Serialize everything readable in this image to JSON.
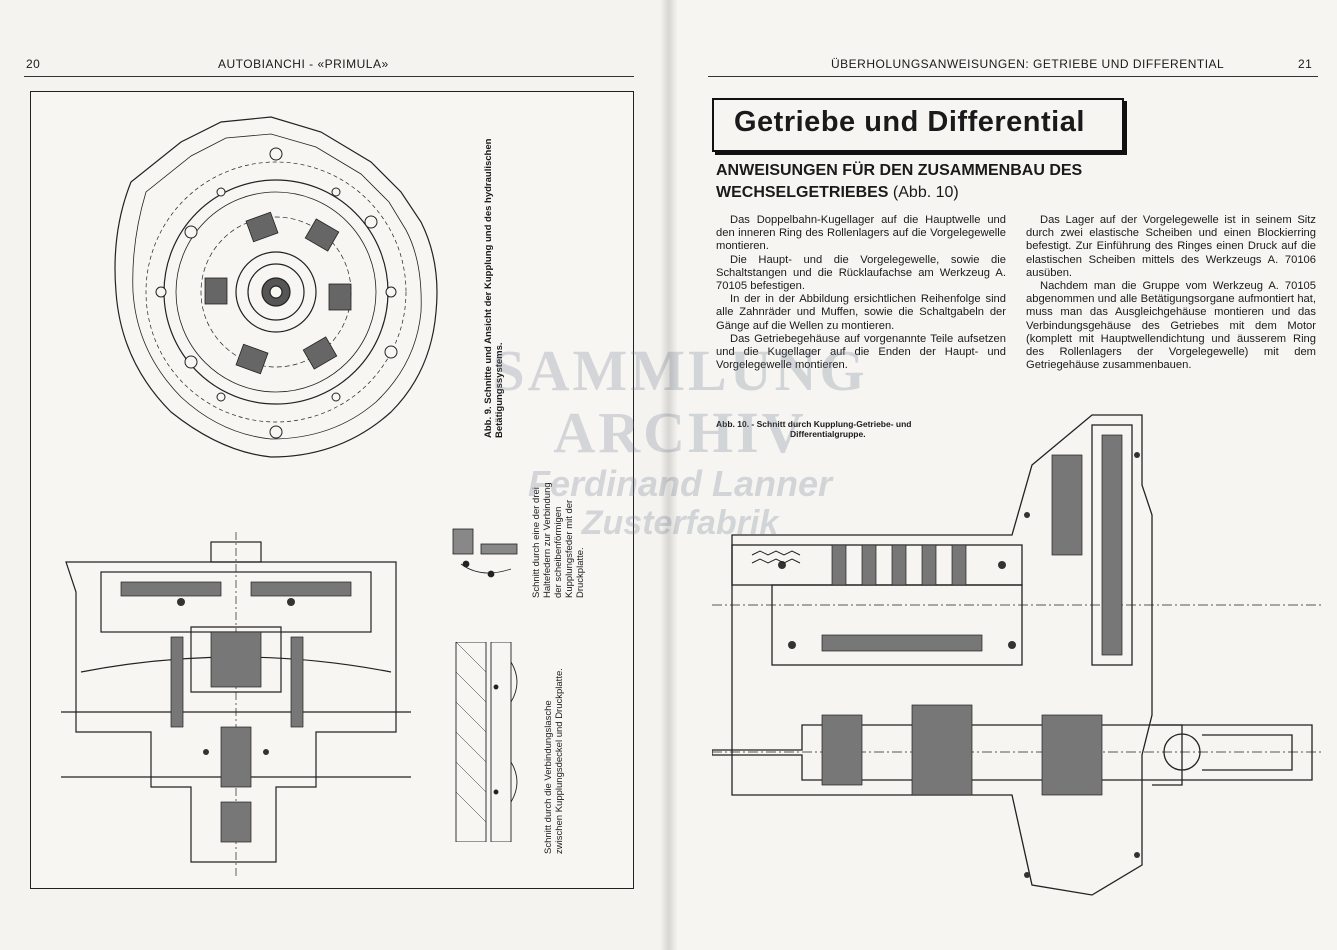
{
  "left_page": {
    "page_number": "20",
    "running_header": "AUTOBIANCHI - «PRIMULA»",
    "fig9_caption": "Abb. 9. Schnitte und Ansicht der Kupplung und des hydraulischen Betätigungssystems.",
    "detail1_caption": "Schnitt durch eine der drei Haltefedern zur Verbindung der scheibenförmigen Kupplungsfeder mit der Druckplatte.",
    "detail2_caption": "Schnitt durch die Verbindungslasche zwischen Kupplungsdeckel und Druckplatte."
  },
  "right_page": {
    "page_number": "21",
    "running_header": "ÜBERHOLUNGSANWEISUNGEN: GETRIEBE UND DIFFERENTIAL",
    "title": "Getriebe und Differential",
    "subheading": "ANWEISUNGEN FÜR DEN ZUSAMMENBAU DES WECHSELGETRIEBES",
    "subheading_ref": "(Abb. 10)",
    "col1": [
      "Das Doppelbahn-Kugellager auf die Hauptwelle und den inneren Ring des Rollenlagers auf die Vorgelegewelle montieren.",
      "Die Haupt- und die Vorgelegewelle, sowie die Schaltstangen und die Rücklaufachse am Werkzeug A. 70105 befestigen.",
      "In der in der Abbildung ersichtlichen Reihenfolge sind alle Zahnräder und Muffen, sowie die Schaltgabeln der Gänge auf die Wellen zu montieren.",
      "Das Getriebegehäuse auf vorgenannte Teile aufsetzen und die Kugellager auf die Enden der Haupt- und Vorgelegewelle montieren."
    ],
    "col2": [
      "Das Lager auf der Vorgelegewelle ist in seinem Sitz durch zwei elastische Scheiben und einen Blockierring befestigt. Zur Einführung des Ringes einen Druck auf die elastischen Scheiben mittels des Werkzeugs A. 70106 ausüben.",
      "Nachdem man die Gruppe vom Werkzeug A. 70105 abgenommen und alle Betätigungsorgane aufmontiert hat, muss man das Ausgleichgehäuse montieren und das Verbindungsgehäuse des Getriebes mit dem Motor (komplett mit Hauptwellendichtung und äusserem Ring des Rollenlagers der Vorgelegewelle) mit dem Getriegehäuse zusammenbauen."
    ],
    "fig10_caption_line1": "Abb. 10. - Schnitt durch Kupplung-Getriebe- und",
    "fig10_caption_line2": "Differentialgruppe."
  },
  "watermark": {
    "line1": "SAMMLUNG",
    "line2": "ARCHIV",
    "line3": "Ferdinand Lanner",
    "line4": "Zusterfabrik"
  }
}
